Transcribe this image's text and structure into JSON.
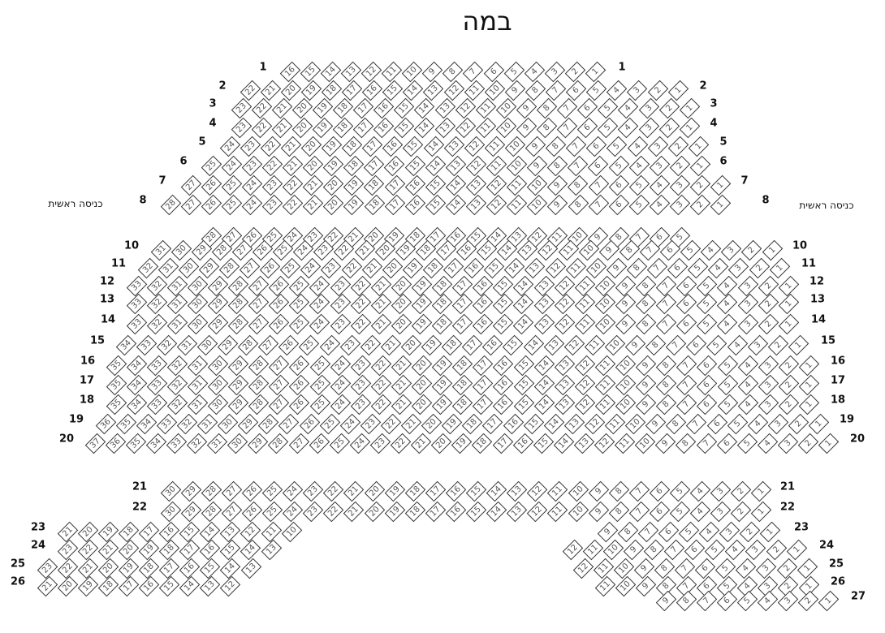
{
  "stage_title": "במה",
  "entrance_label": "כניסה ראשית",
  "rows": [
    {
      "label": "1",
      "blocks": [
        {
          "from": 16,
          "to": 1
        }
      ]
    },
    {
      "label": "2",
      "blocks": [
        {
          "from": 22,
          "to": 1
        }
      ]
    },
    {
      "label": "3",
      "blocks": [
        {
          "from": 23,
          "to": 1
        }
      ]
    },
    {
      "label": "4",
      "blocks": [
        {
          "from": 23,
          "to": 1
        }
      ]
    },
    {
      "label": "5",
      "blocks": [
        {
          "from": 24,
          "to": 1
        }
      ]
    },
    {
      "label": "6",
      "blocks": [
        {
          "from": 25,
          "to": 1
        }
      ]
    },
    {
      "label": "7",
      "blocks": [
        {
          "from": 27,
          "to": 1
        }
      ]
    },
    {
      "label": "8",
      "blocks": [
        {
          "from": 28,
          "to": 1
        }
      ]
    },
    {
      "label": "",
      "blocks": [
        {
          "from": 28,
          "to": 5
        }
      ]
    },
    {
      "label": "10",
      "blocks": [
        {
          "from": 31,
          "to": 1
        }
      ]
    },
    {
      "label": "11",
      "blocks": [
        {
          "from": 32,
          "to": 1
        }
      ]
    },
    {
      "label": "12",
      "blocks": [
        {
          "from": 33,
          "to": 1
        }
      ]
    },
    {
      "label": "13",
      "blocks": [
        {
          "from": 33,
          "to": 1
        }
      ]
    },
    {
      "label": "14",
      "blocks": [
        {
          "from": 33,
          "to": 1
        }
      ]
    },
    {
      "label": "15",
      "blocks": [
        {
          "from": 34,
          "to": 1
        }
      ]
    },
    {
      "label": "16",
      "blocks": [
        {
          "from": 35,
          "to": 1
        }
      ]
    },
    {
      "label": "17",
      "blocks": [
        {
          "from": 35,
          "to": 1
        }
      ]
    },
    {
      "label": "18",
      "blocks": [
        {
          "from": 35,
          "to": 1
        }
      ]
    },
    {
      "label": "19",
      "blocks": [
        {
          "from": 36,
          "to": 1
        }
      ]
    },
    {
      "label": "20",
      "blocks": [
        {
          "from": 37,
          "to": 1
        }
      ]
    },
    {
      "label": "21",
      "blocks": [
        {
          "from": 30,
          "to": 1
        }
      ]
    },
    {
      "label": "22",
      "blocks": [
        {
          "from": 30,
          "to": 1
        }
      ]
    },
    {
      "label": "23",
      "blocks": [
        {
          "from": 21,
          "to": 10
        },
        {
          "from": 9,
          "to": 1
        }
      ]
    },
    {
      "label": "24",
      "blocks": [
        {
          "from": 23,
          "to": 13
        },
        {
          "from": 12,
          "to": 1
        }
      ]
    },
    {
      "label": "25",
      "blocks": [
        {
          "from": 23,
          "to": 13
        },
        {
          "from": 12,
          "to": 1
        }
      ]
    },
    {
      "label": "26",
      "blocks": [
        {
          "from": 21,
          "to": 12
        },
        {
          "from": 11,
          "to": 1
        }
      ]
    },
    {
      "label": "27",
      "blocks": [
        {
          "from": 9,
          "to": 1
        }
      ]
    }
  ]
}
